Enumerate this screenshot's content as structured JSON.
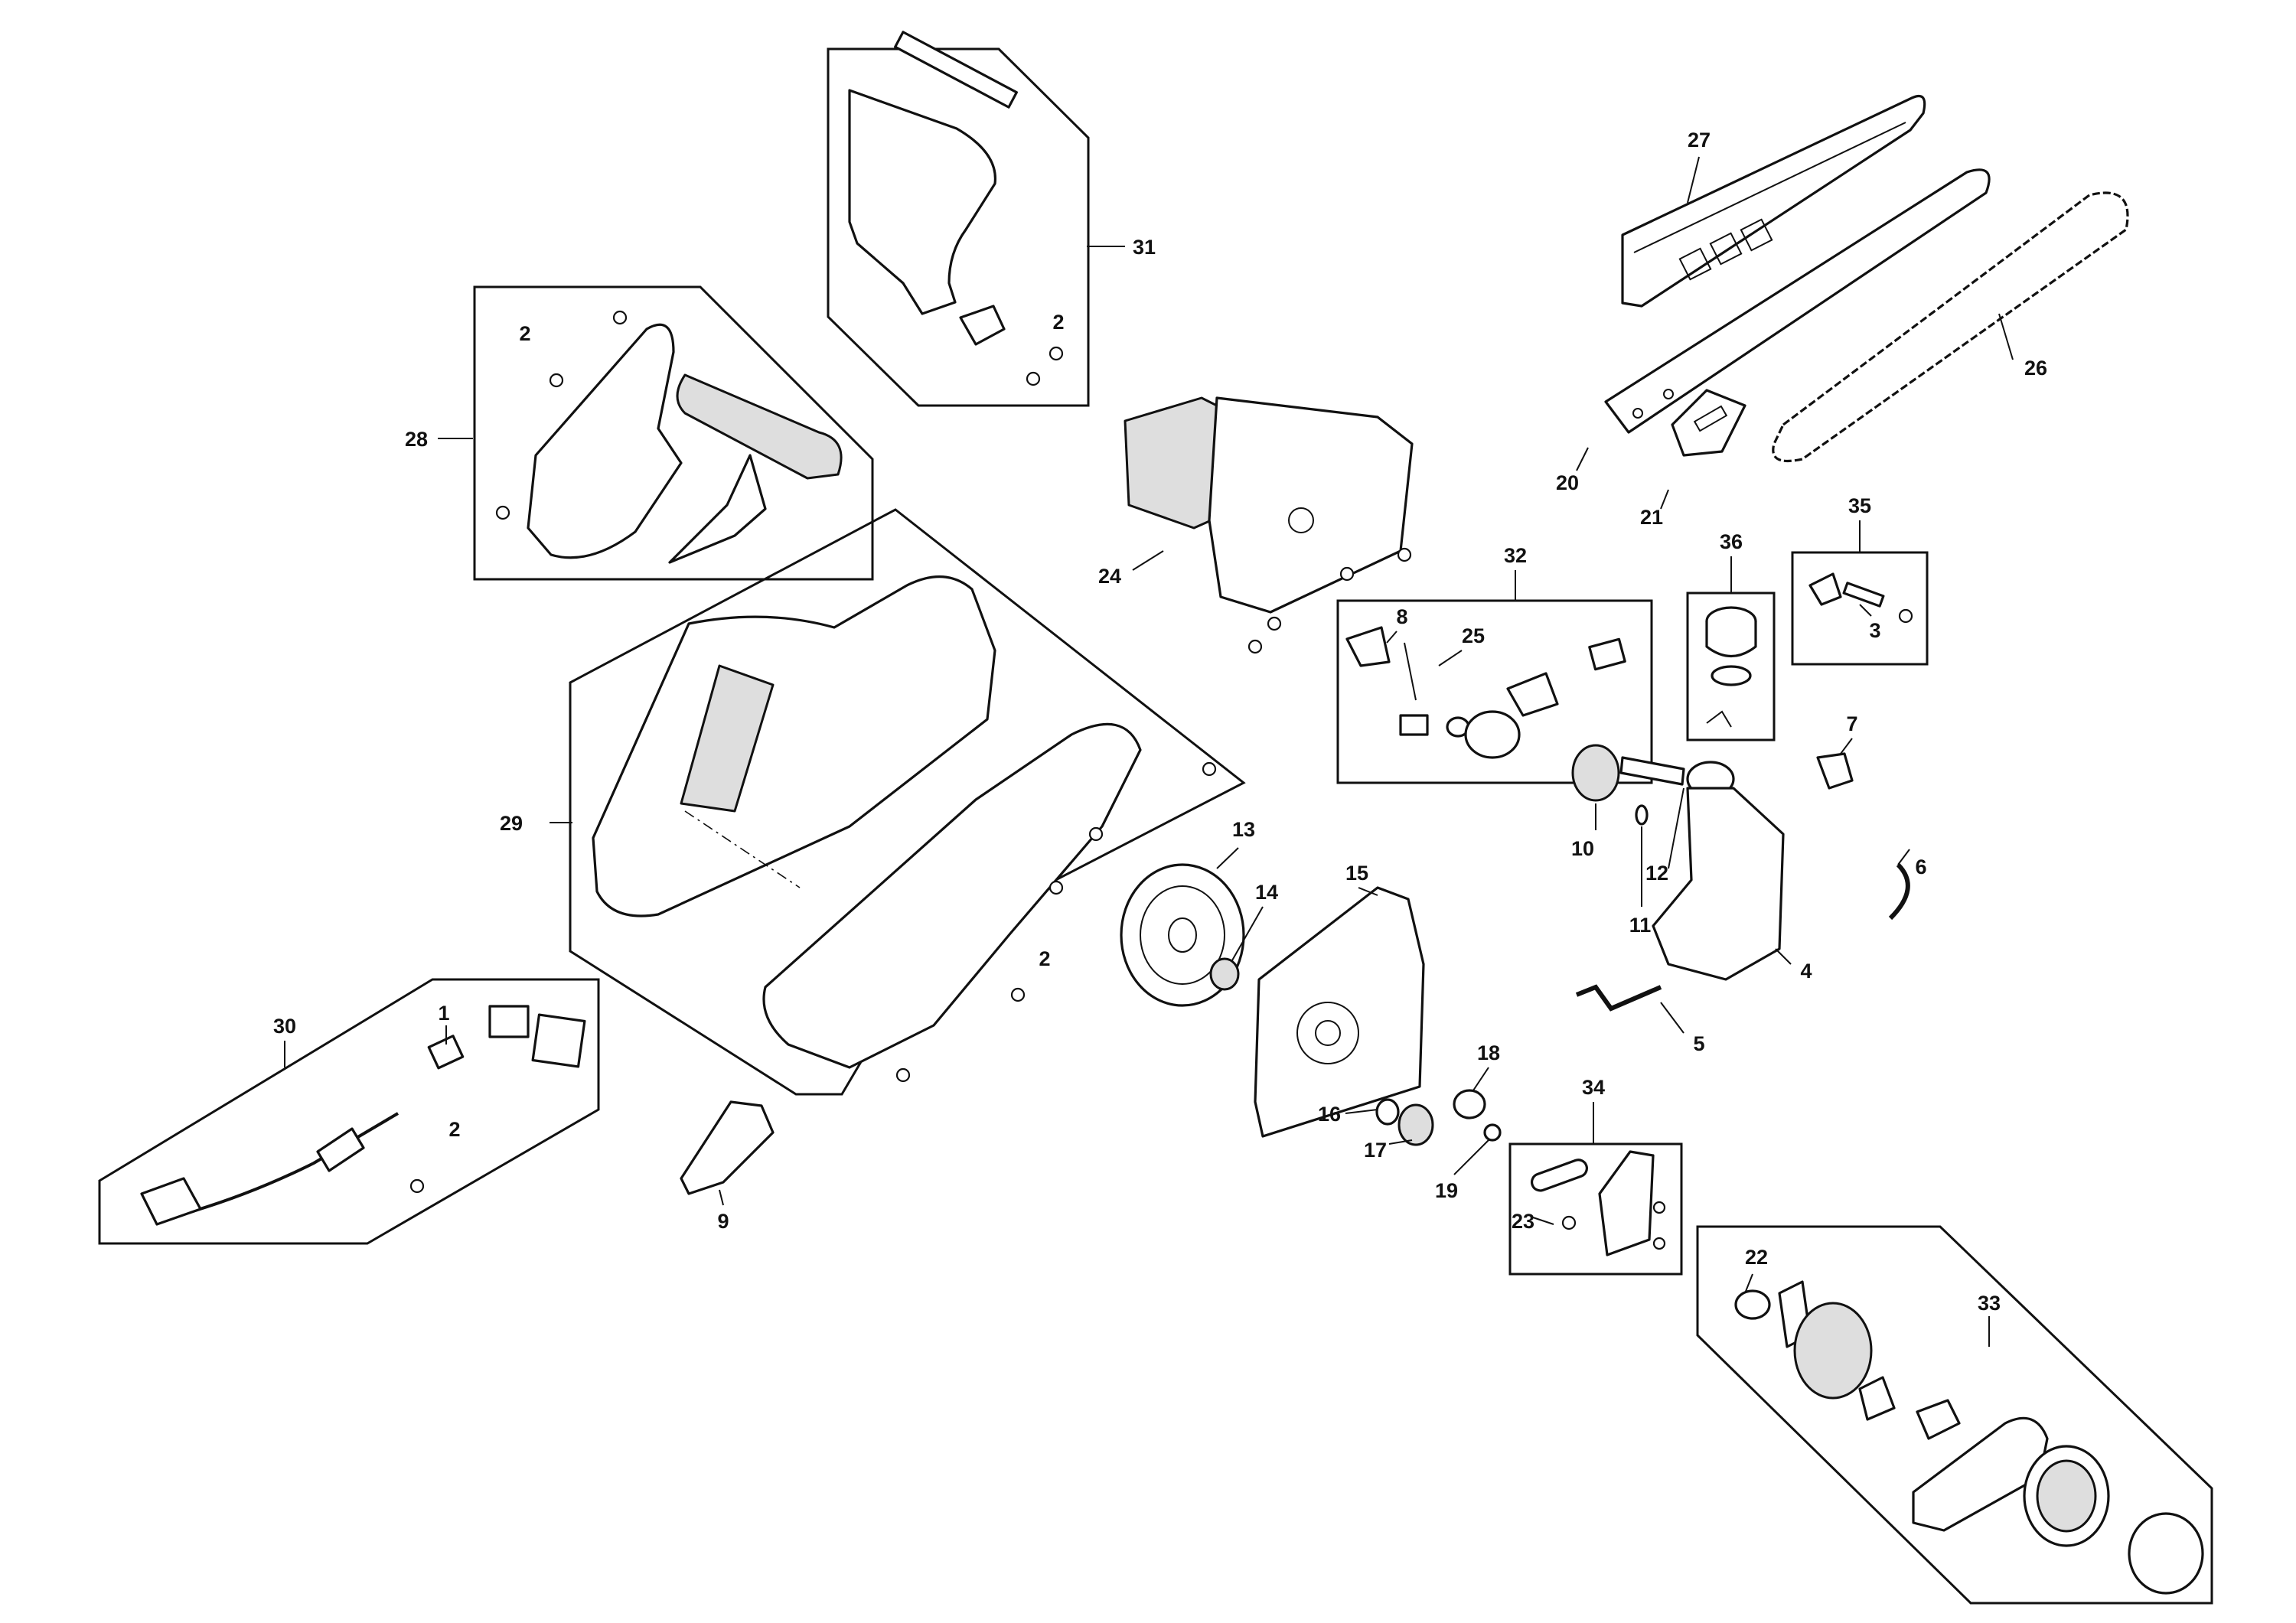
{
  "diagram": {
    "kind": "exploded parts view",
    "callouts": [
      "1",
      "2",
      "3",
      "4",
      "5",
      "6",
      "7",
      "8",
      "9",
      "10",
      "11",
      "12",
      "13",
      "14",
      "15",
      "16",
      "17",
      "18",
      "19",
      "20",
      "21",
      "22",
      "23",
      "24",
      "25",
      "26",
      "27",
      "28",
      "29",
      "30",
      "31",
      "32",
      "33",
      "34",
      "35",
      "36"
    ],
    "groups": [
      "28",
      "29",
      "30",
      "31",
      "32",
      "33",
      "34",
      "35",
      "36"
    ]
  }
}
